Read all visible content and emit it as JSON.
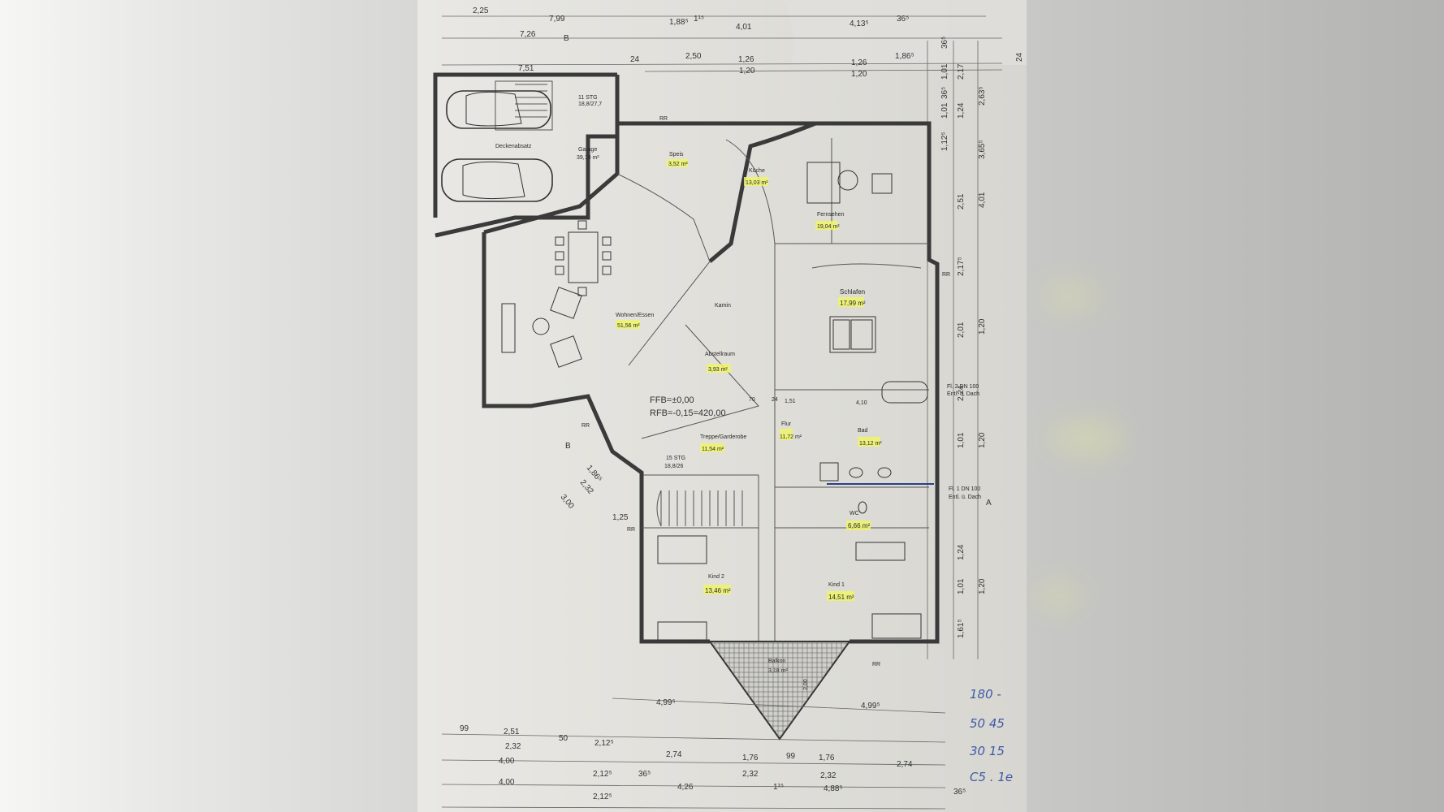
{
  "rooms": [
    {
      "name": "Garage",
      "area": "39,18 m²"
    },
    {
      "name": "Speis",
      "area": "3,52 m²"
    },
    {
      "name": "Küche",
      "area": "13,03 m²"
    },
    {
      "name": "Fernsehen",
      "area": "19,04 m²"
    },
    {
      "name": "Schlafen",
      "area": "17,99 m²"
    },
    {
      "name": "Wohnen/Essen",
      "area": "51,56 m²"
    },
    {
      "name": "Abstellraum",
      "area": "3,93 m²"
    },
    {
      "name": "Treppe/Garderobe",
      "area": "11,54 m²"
    },
    {
      "name": "Flur",
      "area": "11,72 m²"
    },
    {
      "name": "Bad",
      "area": "13,12 m²"
    },
    {
      "name": "WC",
      "area": "6,66 m²"
    },
    {
      "name": "Kind 2",
      "area": "13,46 m²"
    },
    {
      "name": "Kind 1",
      "area": "14,51 m²"
    },
    {
      "name": "Balkon",
      "area": "3,18 m²"
    }
  ],
  "labels": {
    "stairs_top": "11 STG",
    "stairs_top_ratio": "18,8/27,7",
    "stairs_main": "15 STG",
    "stairs_main_ratio": "18,8/26",
    "ffb": "FFB=±0,00",
    "rfb": "RFB=-0,15=420,00",
    "kamin": "Kamin",
    "rr": "RR",
    "deckenabsatz": "Deckenabsatz",
    "fl2": "Fl. 2 DN 100",
    "fl2_sub": "Entl. ü. Dach",
    "fl1": "Fl. 1 DN 100",
    "fl1_sub": "Entl. ü. Dach",
    "section_b": "B",
    "section_a": "A"
  },
  "dims_top": [
    "2,25",
    "7,99",
    "1,88⁵",
    "1¹⁵",
    "4,01",
    "4,13⁵",
    "36⁵",
    "7,26",
    "7,51",
    "2,50",
    "1,26",
    "1,20",
    "1,26",
    "1,20",
    "1,86⁵",
    "24"
  ],
  "dims_right": [
    "36⁵",
    "1,01",
    "2,17",
    "36⁵",
    "2,63⁵",
    "1,01",
    "1,24",
    "1,12⁵",
    "3,65⁵",
    "2,51",
    "4,01",
    "2,17⁵",
    "2,01",
    "1,20",
    "2,24",
    "1,01",
    "1,20",
    "1,24",
    "1,01",
    "1,20",
    "1,61⁵",
    "24"
  ],
  "dims_bottom": [
    "99",
    "2,51",
    "2,32",
    "50",
    "2,12⁵",
    "2,74",
    "1,76",
    "99",
    "1,76",
    "2,74",
    "4,00",
    "2,12⁵",
    "36⁵",
    "2,32",
    "2,32",
    "4,00",
    "2,12⁵",
    "4,26",
    "1¹⁵",
    "4,88⁵",
    "36⁵",
    "4,99⁵",
    "4,99⁵"
  ],
  "dims_misc": [
    "3,00",
    "2,32",
    "1,86⁵",
    "1,25",
    "4,10",
    "70",
    "24",
    "1,51",
    "2,00"
  ],
  "handwriting": [
    "180 -",
    "50 45",
    "30 15",
    "C5 . 1e"
  ]
}
